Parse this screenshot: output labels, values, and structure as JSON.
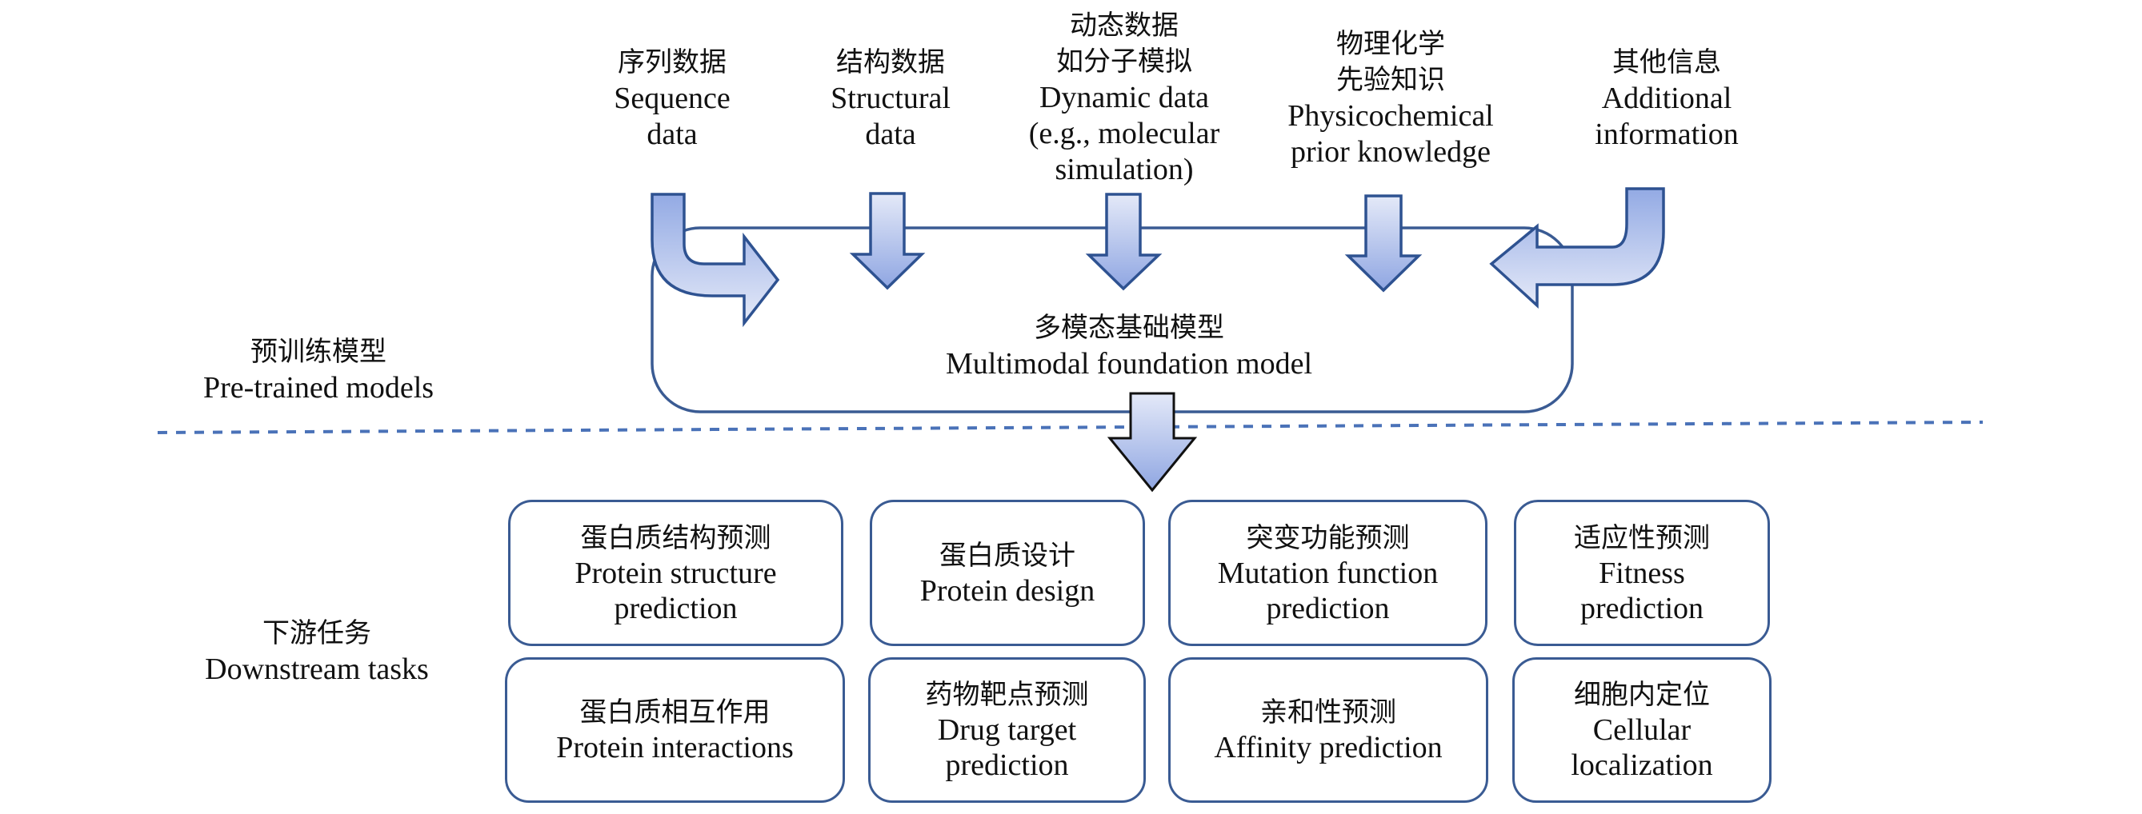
{
  "inputs": [
    {
      "cn": "序列数据",
      "en": [
        "Sequence",
        "data"
      ]
    },
    {
      "cn": "结构数据",
      "en": [
        "Structural",
        "data"
      ]
    },
    {
      "cn": "动态数据\n如分子模拟",
      "cn_lines": [
        "动态数据",
        "如分子模拟"
      ],
      "en": [
        "Dynamic data",
        "(e.g., molecular",
        "simulation)"
      ]
    },
    {
      "cn_lines": [
        "物理化学",
        "先验知识"
      ],
      "en": [
        "Physicochemical",
        "prior knowledge"
      ]
    },
    {
      "cn": "其他信息",
      "en": [
        "Additional",
        "information"
      ]
    }
  ],
  "foundation_model": {
    "cn": "多模态基础模型",
    "en": "Multimodal foundation model"
  },
  "sections": {
    "pretrained": {
      "cn": "预训练模型",
      "en": "Pre-trained models"
    },
    "downstream": {
      "cn": "下游任务",
      "en": "Downstream tasks"
    }
  },
  "tasks": [
    {
      "cn": "蛋白质结构预测",
      "en": [
        "Protein structure",
        "prediction"
      ]
    },
    {
      "cn": "蛋白质设计",
      "en": [
        "Protein design"
      ]
    },
    {
      "cn": "突变功能预测",
      "en": [
        "Mutation function",
        "prediction"
      ]
    },
    {
      "cn": "适应性预测",
      "en": [
        "Fitness",
        "prediction"
      ]
    },
    {
      "cn": "蛋白质相互作用",
      "en": [
        "Protein interactions"
      ]
    },
    {
      "cn": "药物靶点预测",
      "en": [
        "Drug target",
        "prediction"
      ]
    },
    {
      "cn": "亲和性预测",
      "en": [
        "Affinity prediction"
      ]
    },
    {
      "cn": "细胞内定位",
      "en": [
        "Cellular",
        "localization"
      ]
    }
  ],
  "colors": {
    "border": "#3a5b93",
    "arrow_light": "#e2e8f7",
    "arrow_dark": "#93aae4",
    "dashed": "#4a72b8"
  }
}
